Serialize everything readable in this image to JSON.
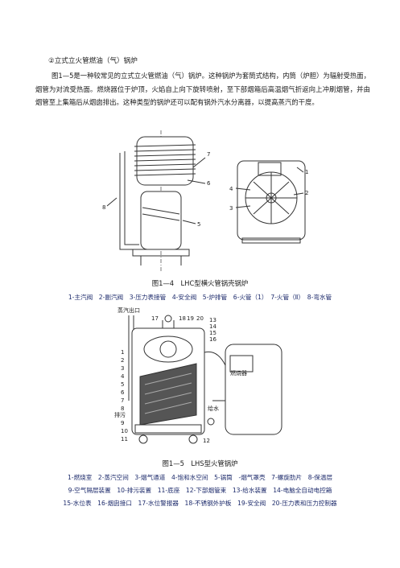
{
  "section_heading": "②立式立火管燃油（气）锅炉",
  "paragraph": "图1—5是一种较常见的立式立火管燃油（气）锅炉。这种锅炉为套筒式结构，内筒（炉胆）为辐射受热面，烟管为对流受热面。燃烧器位于炉顶，火焰自上向下旋转喷射，至下部烟箱后高温烟气折返向上冲刷烟管，并由烟管至上集箱后从烟囱排出。这种类型的锅炉还可以配有锅外汽水分离器，以提高蒸汽的干度。",
  "figure4": {
    "caption": "图1—4　LHC型横火管锅壳锅炉",
    "legend": "1-主汽阀　2-副汽阀　3-压力表接管　4-安全阀　5-炉排管　6-火管（1）　7-火管（Ⅱ）　8-弯水管",
    "callouts": [
      "1",
      "2",
      "3",
      "4",
      "5",
      "6",
      "7",
      "8"
    ]
  },
  "figure5": {
    "caption": "图1—5　LHS型火管锅炉",
    "legend_lines": [
      "1-燃烧室　2-蒸汽空间　3-烟气通道　4-饱和水空间　5-锅筒　-烟气罩壳　7-螺旋肋片　8-保温层",
      "9-空气隔层装置　10-排污装置　11-底座　12-下部烟管束　13-给水装置　14-电脑全自动电控箱",
      "15-水位表　16-烟囱接口　17-水位警报器　18-不锈钢外护板　19-安全阀　20-压力表和压力控制器"
    ],
    "steam_outlet_label": "蒸汽出口",
    "burner_label": "燃烧器",
    "feedwater_label": "给水",
    "drain_label": "排污",
    "callouts": [
      "1",
      "2",
      "3",
      "4",
      "5",
      "6",
      "7",
      "8",
      "9",
      "10",
      "11",
      "12",
      "13",
      "14",
      "15",
      "16",
      "17",
      "18",
      "19",
      "20"
    ]
  }
}
